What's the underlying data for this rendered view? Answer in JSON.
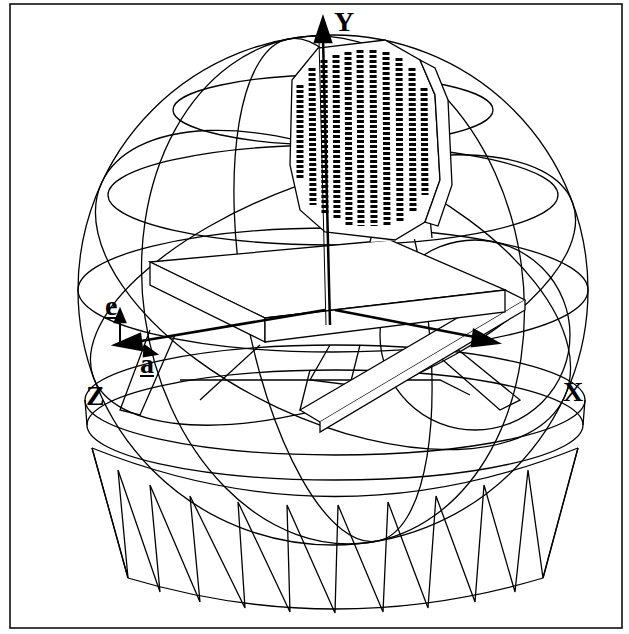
{
  "diagram": {
    "labels": [
      "Y",
      "e",
      "a",
      "Z",
      "X"
    ]
  }
}
